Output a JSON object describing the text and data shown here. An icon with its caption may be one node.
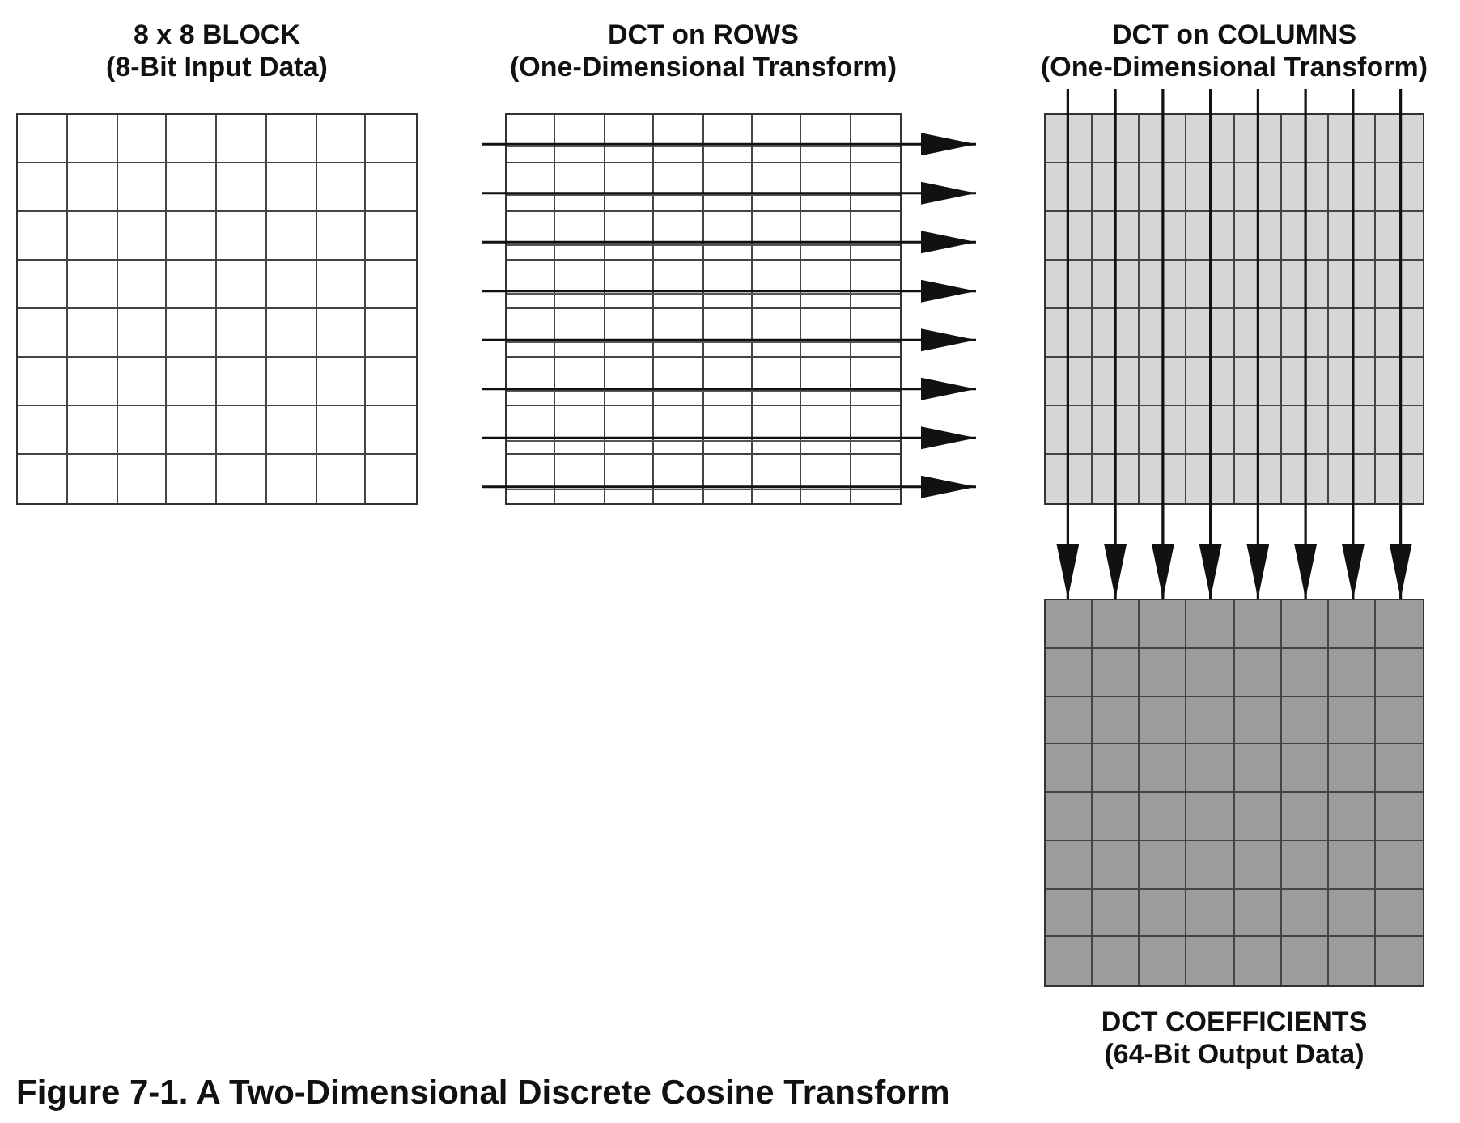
{
  "diagram": {
    "caption": "Figure 7-1. A Two-Dimensional Discrete Cosine Transform",
    "nodes": [
      {
        "text": [
          "8 x  8 BLOCK",
          "(8-Bit Input Data)"
        ]
      },
      {
        "text": [
          "DCT on ROWS",
          "(One-Dimensional Transform)"
        ]
      },
      {
        "text": [
          "DCT on COLUMNS",
          "(One-Dimensional Transform)"
        ]
      },
      {
        "text": [
          "DCT COEFFICIENTS",
          "(64-Bit Output Data)"
        ]
      }
    ],
    "edges": [
      {
        "from": 2,
        "to": 3,
        "arrow": "to"
      },
      {
        "from": 2,
        "to": 3,
        "arrow": "to"
      },
      {
        "from": 2,
        "to": 3,
        "arrow": "to"
      },
      {
        "from": 2,
        "to": 3,
        "arrow": "to"
      },
      {
        "from": 2,
        "to": 3,
        "arrow": "to"
      },
      {
        "from": 2,
        "to": 3,
        "arrow": "to"
      },
      {
        "from": 2,
        "to": 3,
        "arrow": "to"
      },
      {
        "from": 2,
        "to": 3,
        "arrow": "to"
      }
    ]
  }
}
